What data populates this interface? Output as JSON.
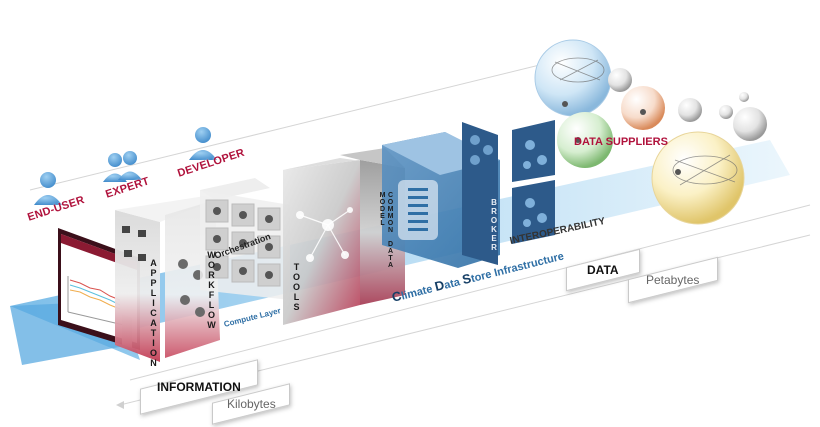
{
  "roles": {
    "end_user": "END-USER",
    "expert": "EXPERT",
    "developer": "DEVELOPER",
    "data_suppliers": "DATA SUPPLIERS"
  },
  "layers": {
    "application": "APPLICATION",
    "orchestration": "Orchestration",
    "workflow": "WORKFLOW",
    "tools": "TOOLS",
    "common_data_model": "COMMON DATA MODEL",
    "broker": "BROKER",
    "compute_layer": "Compute Layer",
    "interoperability": "INTEROPERABILITY"
  },
  "infrastructure": {
    "c1": "C",
    "r1": "limate ",
    "c2": "D",
    "r2": "ata ",
    "c3": "S",
    "r3": "tore Infrastructure"
  },
  "tags": {
    "information": "INFORMATION",
    "kilobytes": "Kilobytes",
    "data": "DATA",
    "petabytes": "Petabytes"
  },
  "colors": {
    "accent_red": "#b0123c",
    "brand_blue": "#2f6fa5",
    "broker_blue": "#2d5a8a",
    "flow_blue": "#bfe0f5"
  }
}
